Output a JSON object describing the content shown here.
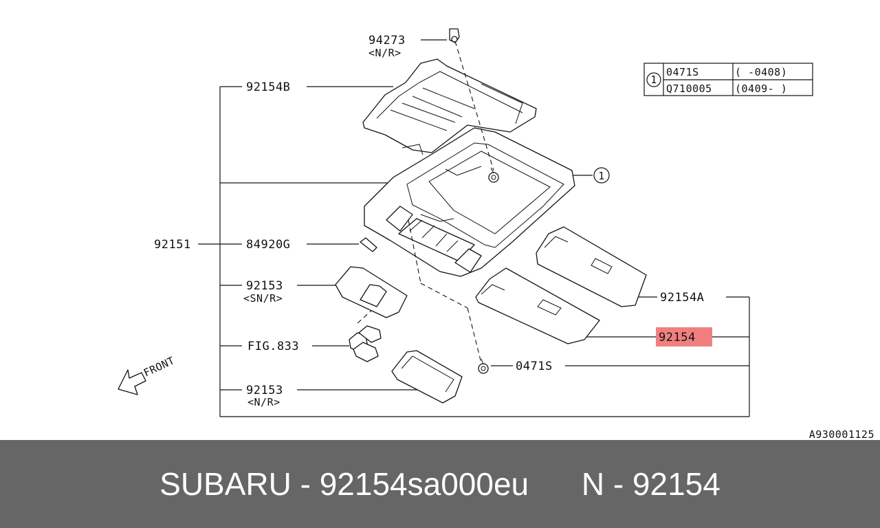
{
  "diagram": {
    "callouts": {
      "c94273": "94273",
      "c94273_note": "<N/R>",
      "c92154B": "92154B",
      "c92151": "92151",
      "c84920G": "84920G",
      "c92153a": "92153",
      "c92153a_note": "<SN/R>",
      "cFIG833": "FIG.833",
      "c92153b": "92153",
      "c92153b_note": "<N/R>",
      "c0471S": "0471S",
      "c92154A": "92154A",
      "c92154": "92154",
      "ref1": "1",
      "front": "FRONT"
    },
    "legend": {
      "marker": "1",
      "rows": [
        {
          "part": "0471S",
          "range": "( -0408)"
        },
        {
          "part": "Q710005",
          "range": "(0409- )"
        }
      ]
    },
    "diagram_id": "A930001125",
    "highlight_color": "#f08080"
  },
  "footer": {
    "text": "SUBARU - 92154sa000eu      N - 92154",
    "background": "#666666"
  }
}
